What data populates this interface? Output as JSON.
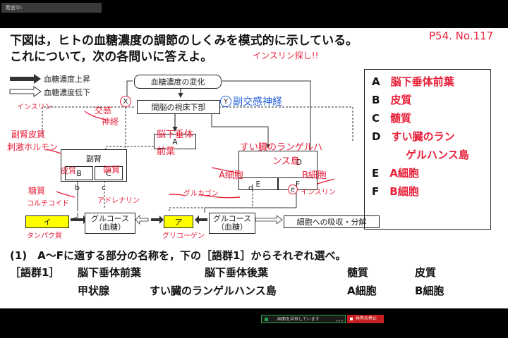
{
  "meeting": {
    "speaking_label": "発言中:",
    "share_label": "画面を共有しています",
    "stop_label": "共有の停止"
  },
  "question": {
    "line1": "下図は，ヒトの血糖濃度の調節のしくみを模式的に示している。",
    "line2": "これについて，次の各問いに答えよ。",
    "sub": "(1)　A～Fに適する部分の名称を，下の［語群1］からそれぞれ選べ。",
    "words_label": "［語群1］",
    "words_row1": [
      "脳下垂体前葉",
      "脳下垂体後葉",
      "髄質",
      "皮質"
    ],
    "words_row2": [
      "甲状腺",
      "すい臓のランゲルハンス島",
      "A細胞",
      "B細胞"
    ]
  },
  "diagram": {
    "legend_up": "血糖濃度上昇",
    "legend_down": "血糖濃度低下",
    "change": "血糖濃度の変化",
    "hypothalamus": "間脳の視床下部",
    "box_a": "A",
    "box_d": "D",
    "adrenal": "副腎",
    "box_b": "B",
    "box_c": "C",
    "box_e": "E",
    "box_f": "F",
    "small_b": "b",
    "small_c": "c",
    "small_d": "d",
    "x": "X",
    "y": "Y",
    "e": "e",
    "yellow_i": "イ",
    "yellow_a": "ア",
    "glucose_left_1": "グルコース",
    "glucose_left_2": "（血糖）",
    "glucose_right_1": "グルコース",
    "glucose_right_2": "（血糖）",
    "absorb": "細胞への吸収・分解"
  },
  "answers": [
    {
      "key": "A",
      "value": "脳下垂体前葉"
    },
    {
      "key": "B",
      "value": "皮質"
    },
    {
      "key": "C",
      "value": "髄質"
    },
    {
      "key": "D",
      "value": "すい臓のラン"
    },
    {
      "key": "",
      "value": "ゲルハンス島"
    },
    {
      "key": "E",
      "value": "A細胞"
    },
    {
      "key": "F",
      "value": "B細胞"
    }
  ],
  "handwriting": {
    "page_ref": "P54. No.117",
    "insulin_search": "インスリン探し!!",
    "insulin_left": "インスリン",
    "sympathetic": "交感",
    "sympathetic2": "神経",
    "parasympathetic": "副交感神経",
    "adrenal_cortex": "副腎皮質",
    "stim_hormone": "刺激ホルモン",
    "pituitary": "脳下垂体",
    "pituitary2": "前葉",
    "cortex": "皮質",
    "medulla": "髄質",
    "langerhans": "すい臓のランゲルハ",
    "langerhans2": "ンス島",
    "a_cell": "A細胞",
    "b_cell": "B細胞",
    "glucocorticoid": "糖質",
    "glucocorticoid2": "コルチコイド",
    "adrenaline": "アドレナリン",
    "glucagon": "グルカゴン",
    "insulin_e": "インスリン",
    "protein": "タンパク質",
    "glycogen": "グリコーゲン"
  }
}
